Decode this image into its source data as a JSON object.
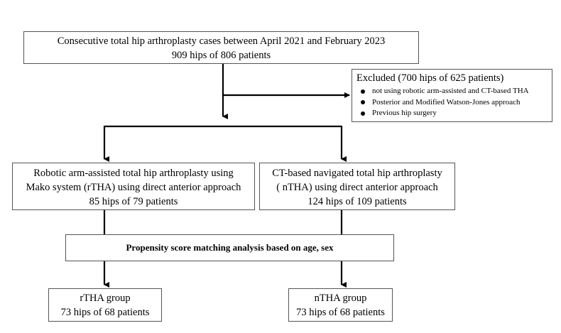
{
  "top_box": {
    "line1": "Consecutive total hip arthroplasty cases between April 2021 and February 2023",
    "line2": "909 hips of 806 patients"
  },
  "excluded": {
    "title": "Excluded (700 hips of 625 patients)",
    "items": [
      "not using robotic arm-assisted and CT-based THA",
      "Posterior and Modified Watson-Jones approach",
      "Previous hip surgery"
    ]
  },
  "rtha_box": {
    "line1": "Robotic arm-assisted total hip arthroplasty using",
    "line2": "Mako system (rTHA) using direct anterior approach",
    "line3": "85 hips of 79 patients"
  },
  "ntha_box": {
    "line1": "CT-based navigated total hip arthroplasty",
    "line2": "( nTHA) using direct anterior approach",
    "line3": "124 hips of 109 patients"
  },
  "psm_box": {
    "label": "Propensity score matching analysis based on age, sex"
  },
  "rtha_group": {
    "line1": "rTHA group",
    "line2": "73 hips of 68 patients"
  },
  "ntha_group": {
    "line1": "nTHA group",
    "line2": "73 hips of 68 patients"
  },
  "colors": {
    "line": "#000000",
    "box_border": "#555555"
  }
}
